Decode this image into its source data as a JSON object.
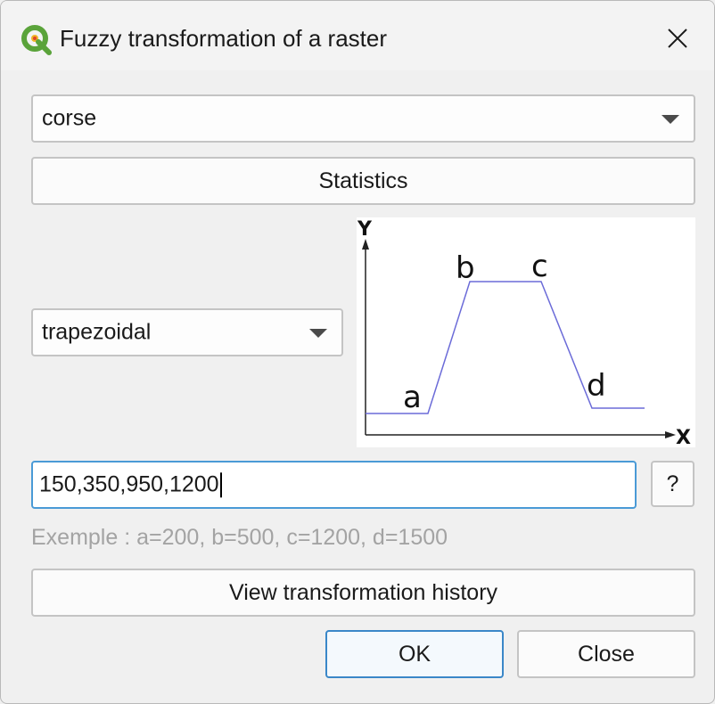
{
  "window": {
    "title": "Fuzzy transformation of a raster",
    "icon": "qgis-logo-icon",
    "close_icon": "close-icon"
  },
  "layer_select": {
    "value": "corse"
  },
  "statistics_button": {
    "label": "Statistics"
  },
  "function_select": {
    "value": "trapezoidal"
  },
  "diagram": {
    "y_label": "Y",
    "x_label": "X",
    "points": {
      "a": "a",
      "b": "b",
      "c": "c",
      "d": "d"
    },
    "line_color": "#6b6bd8"
  },
  "params_input": {
    "value": "150,350,950,1200"
  },
  "help_button": {
    "label": "?"
  },
  "hint": {
    "text": "Exemple : a=200, b=500, c=1200, d=1500"
  },
  "history_button": {
    "label": "View transformation history"
  },
  "ok_button": {
    "label": "OK"
  },
  "close_button": {
    "label": "Close"
  },
  "colors": {
    "accent": "#3a87c8",
    "focus_border": "#4a9ad6",
    "hint_text": "#a3a3a3"
  }
}
